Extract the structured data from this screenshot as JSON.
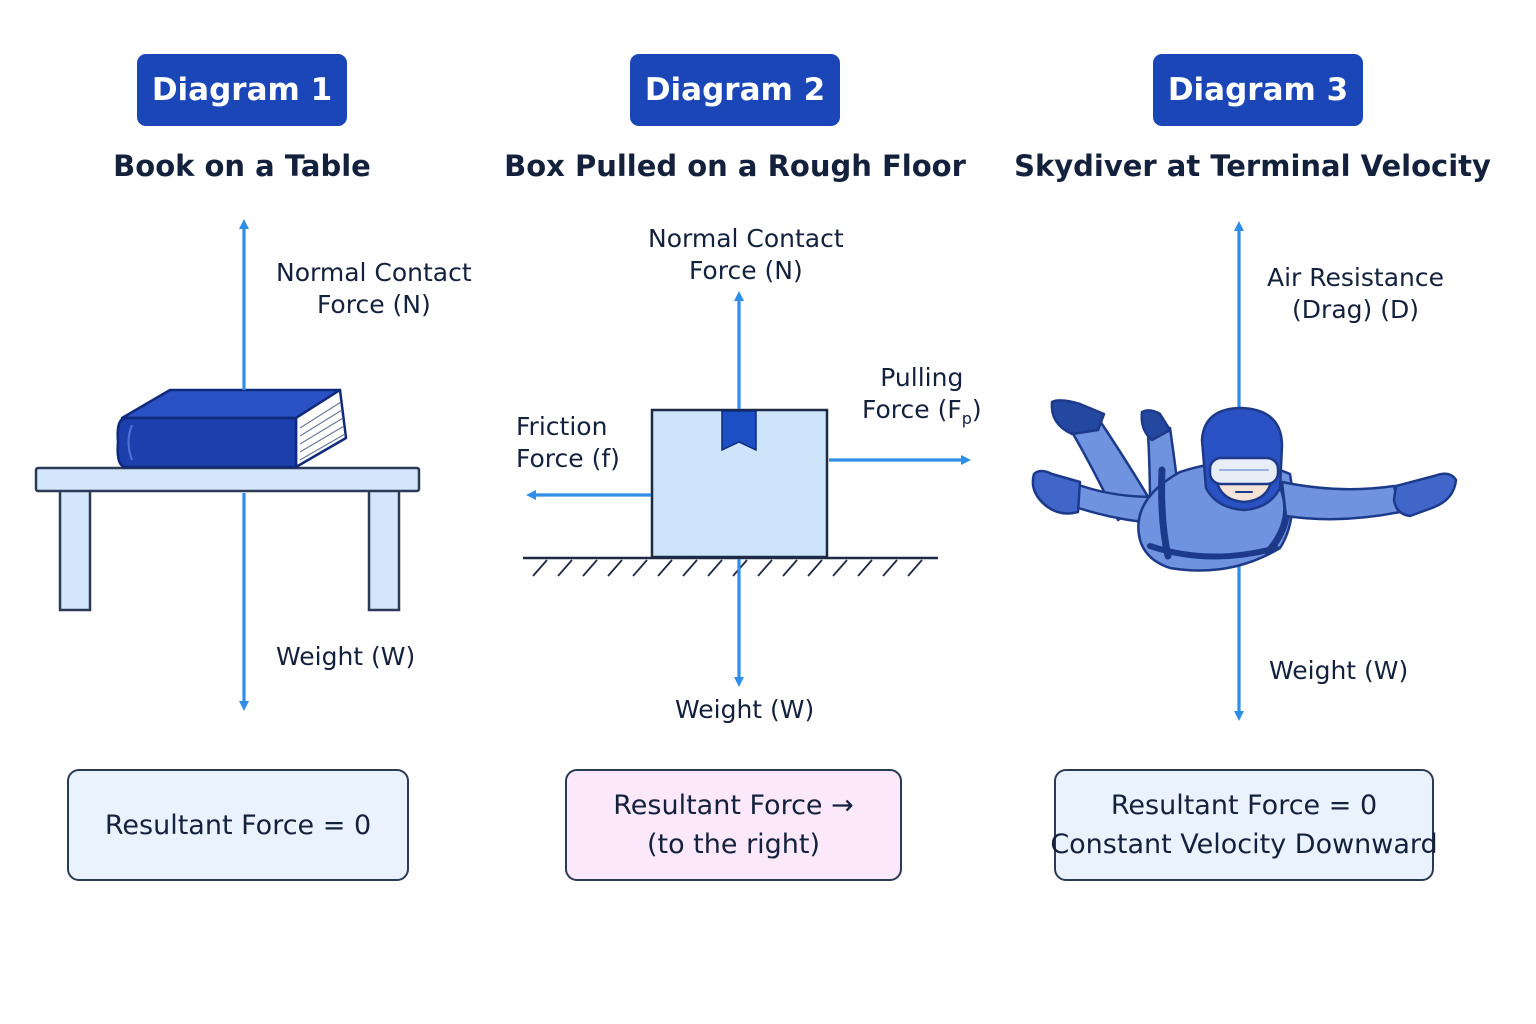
{
  "diagram1": {
    "badge": "Diagram 1",
    "title": "Book on a Table",
    "normal_line1": "Normal Contact",
    "normal_line2": "Force (N)",
    "weight": "Weight (W)",
    "result_line1": "Resultant Force = 0"
  },
  "diagram2": {
    "badge": "Diagram 2",
    "title": "Box Pulled on a Rough Floor",
    "normal_line1": "Normal Contact",
    "normal_line2": "Force (N)",
    "pulling_line1": "Pulling",
    "pulling_line2_prefix": "Force (F",
    "pulling_subscript": "p",
    "pulling_line2_suffix": ")",
    "friction_line1": "Friction",
    "friction_line2": "Force (f)",
    "weight": "Weight (W)",
    "result_line1": "Resultant Force →",
    "result_line2": "(to the right)"
  },
  "diagram3": {
    "badge": "Diagram 3",
    "title": "Skydiver at Terminal Velocity",
    "drag_line1": "Air Resistance",
    "drag_line2": "(Drag) (D)",
    "weight": "Weight (W)",
    "result_line1": "Resultant Force = 0",
    "result_line2": "Constant Velocity Downward"
  },
  "colors": {
    "badge_bg": "#1a46b8",
    "arrow": "#2f8ee8",
    "object_fill": "#cde4fb",
    "book": "#1d3fae",
    "result_neutral_bg": "#eaf3fd",
    "result_pink_bg": "#fbe8fa"
  }
}
